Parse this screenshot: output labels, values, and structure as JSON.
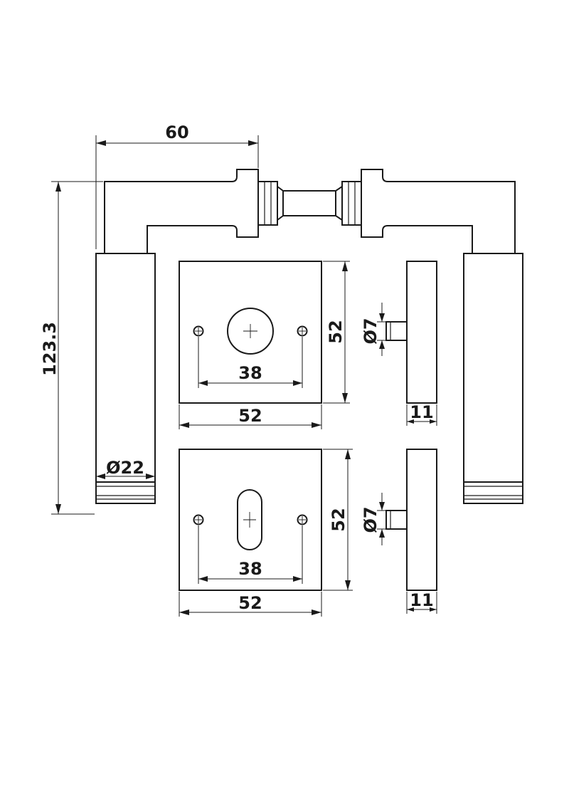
{
  "dimensions": {
    "handle_length": "60",
    "handle_height": "123.3",
    "handle_diameter": "Ø22",
    "rose_top_width": "52",
    "rose_top_height": "52",
    "rose_top_screw_spacing": "38",
    "rose_top_spindle_diameter": "Ø7",
    "rose_top_thickness": "11",
    "rose_bottom_width": "52",
    "rose_bottom_height": "52",
    "rose_bottom_screw_spacing": "38",
    "rose_bottom_spindle_diameter": "Ø7",
    "rose_bottom_thickness": "11"
  }
}
